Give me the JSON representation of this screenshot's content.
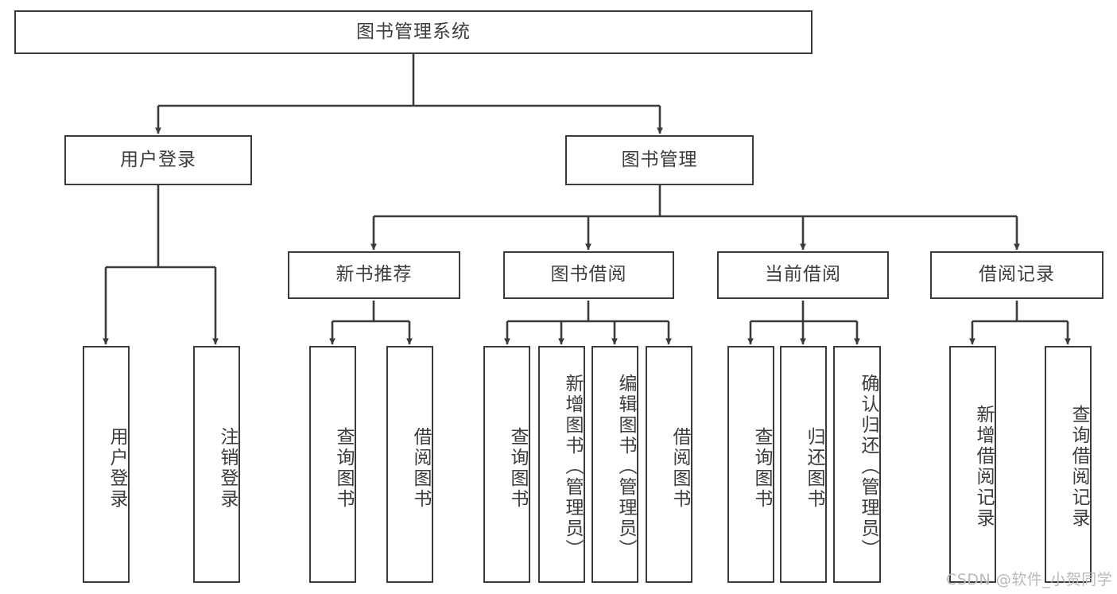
{
  "diagram": {
    "title": "图书管理系统",
    "type": "functional-structure-tree",
    "watermark": "CSDN @软件_小贺同学",
    "colors": {
      "border": "#3a3a3a",
      "text": "#3d3d3d",
      "background": "#ffffff",
      "connector": "#3a3a3a",
      "watermark": "#b9b9b9"
    },
    "levels": {
      "root": {
        "label": "图书管理系统"
      },
      "level2": [
        {
          "id": "user-login",
          "label": "用户登录"
        },
        {
          "id": "book-management",
          "label": "图书管理"
        }
      ],
      "level3": [
        {
          "id": "new-book-recommend",
          "label": "新书推荐",
          "parent": "book-management"
        },
        {
          "id": "book-borrow",
          "label": "图书借阅",
          "parent": "book-management"
        },
        {
          "id": "current-borrow",
          "label": "当前借阅",
          "parent": "book-management"
        },
        {
          "id": "borrow-record",
          "label": "借阅记录",
          "parent": "book-management"
        }
      ],
      "leaves": {
        "user-login": [
          {
            "id": "leaf-user-login",
            "label": "用户登录"
          },
          {
            "id": "leaf-logout-login",
            "label": "注销登录"
          }
        ],
        "new-book-recommend": [
          {
            "id": "leaf-query-book-1",
            "label": "查询图书"
          },
          {
            "id": "leaf-borrow-book-1",
            "label": "借阅图书"
          }
        ],
        "book-borrow": [
          {
            "id": "leaf-query-book-2",
            "label": "查询图书"
          },
          {
            "id": "leaf-add-book",
            "label": "新增图书（管理员）"
          },
          {
            "id": "leaf-edit-book",
            "label": "编辑图书（管理员）"
          },
          {
            "id": "leaf-borrow-book-2",
            "label": "借阅图书"
          }
        ],
        "current-borrow": [
          {
            "id": "leaf-query-book-3",
            "label": "查询图书"
          },
          {
            "id": "leaf-return-book",
            "label": "归还图书"
          },
          {
            "id": "leaf-confirm-return",
            "label": "确认归还（管理员）"
          }
        ],
        "borrow-record": [
          {
            "id": "leaf-add-record",
            "label": "新增借阅记录"
          },
          {
            "id": "leaf-query-record",
            "label": "查询借阅记录"
          }
        ]
      }
    }
  }
}
